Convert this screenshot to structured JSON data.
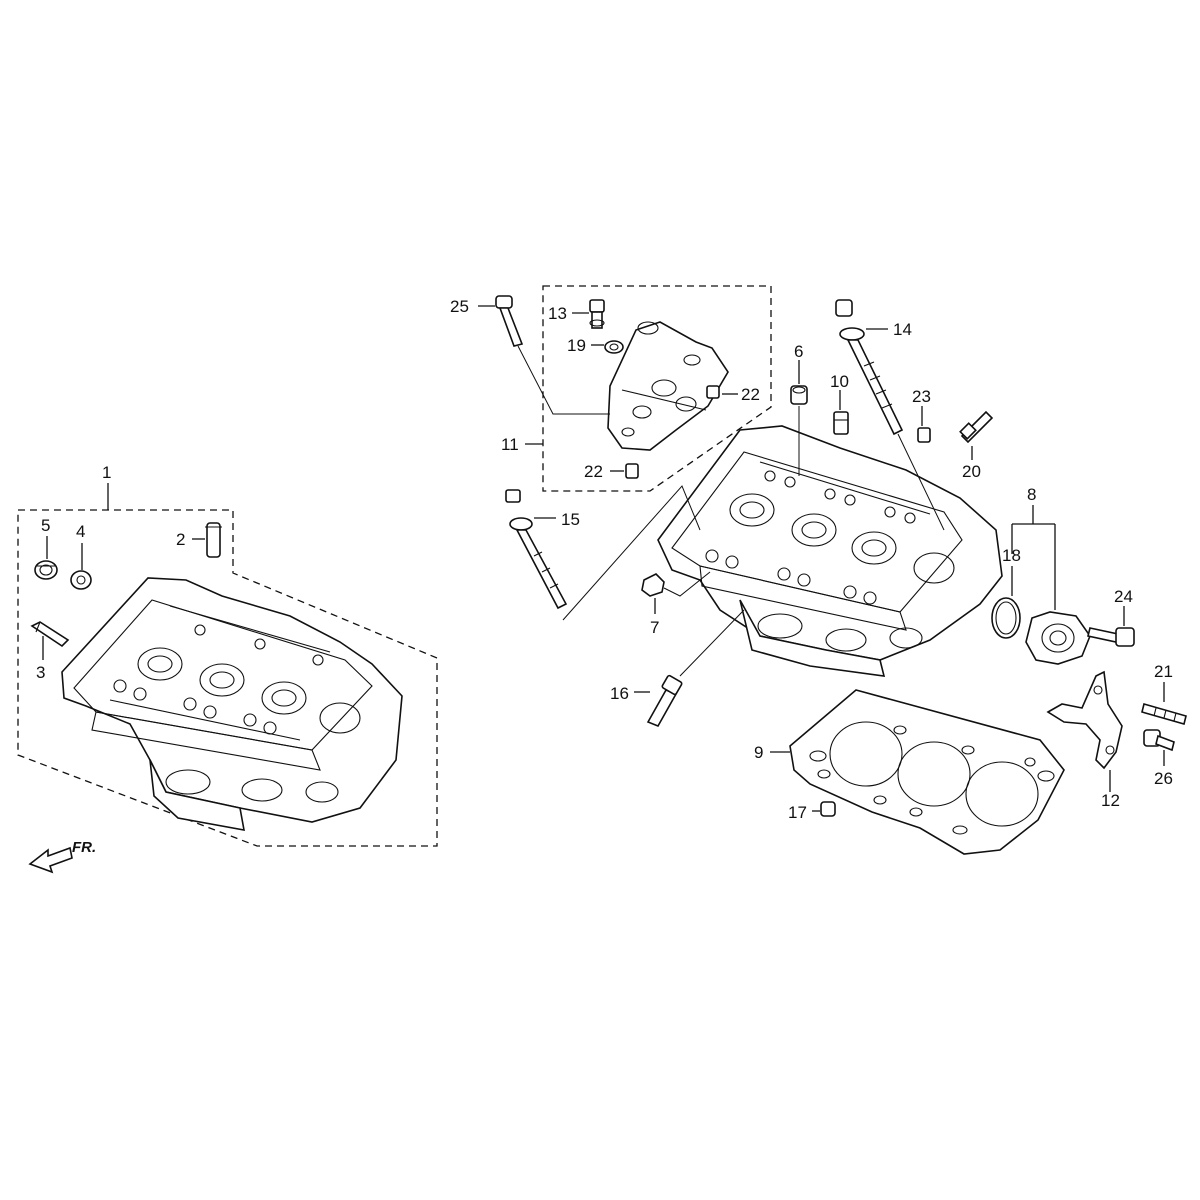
{
  "diagram": {
    "orientation_label": "FR.",
    "callouts": [
      {
        "id": "c1",
        "text": "1"
      },
      {
        "id": "c2",
        "text": "2"
      },
      {
        "id": "c3",
        "text": "3"
      },
      {
        "id": "c4",
        "text": "4"
      },
      {
        "id": "c5",
        "text": "5"
      },
      {
        "id": "c6",
        "text": "6"
      },
      {
        "id": "c7",
        "text": "7"
      },
      {
        "id": "c8",
        "text": "8"
      },
      {
        "id": "c9",
        "text": "9"
      },
      {
        "id": "c10",
        "text": "10"
      },
      {
        "id": "c11",
        "text": "11"
      },
      {
        "id": "c12",
        "text": "12"
      },
      {
        "id": "c13",
        "text": "13"
      },
      {
        "id": "c14",
        "text": "14"
      },
      {
        "id": "c15",
        "text": "15"
      },
      {
        "id": "c16",
        "text": "16"
      },
      {
        "id": "c17",
        "text": "17"
      },
      {
        "id": "c18",
        "text": "18"
      },
      {
        "id": "c19",
        "text": "19"
      },
      {
        "id": "c20",
        "text": "20"
      },
      {
        "id": "c21",
        "text": "21"
      },
      {
        "id": "c22a",
        "text": "22"
      },
      {
        "id": "c22b",
        "text": "22"
      },
      {
        "id": "c23",
        "text": "23"
      },
      {
        "id": "c24",
        "text": "24"
      },
      {
        "id": "c25",
        "text": "25"
      },
      {
        "id": "c26",
        "text": "26"
      }
    ]
  }
}
